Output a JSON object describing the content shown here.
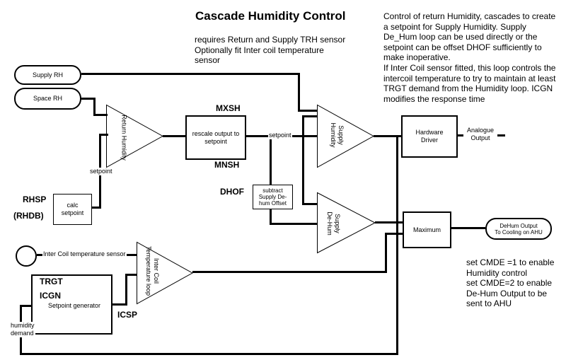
{
  "diagram": {
    "title": "Cascade Humidity Control",
    "subtitle": "requires Return and Supply TRH sensor\nOptionally fit Inter coil temperature\nsensor",
    "description": "Control of return Humidity, cascades to create\na setpoint for Supply Humidity. Supply\nDe_Hum loop can be used directly or the\nsetpoint can be offset DHOF sufficiently to\nmake inoperative.\nIf Inter Coil sensor fitted, this loop controls the\nintercoil temperature to try to maintain at least\nTRGT demand from the Humidity loop. ICGN\nmodifies the response time",
    "cmde_note": "set CMDE =1 to enable\nHumidity control\nset CMDE=2 to enable\nDe-Hum Output to be\nsent to AHU"
  },
  "sensors": {
    "supply_rh": "Supply RH",
    "space_rh": "Space RH",
    "inter_coil": "Inter Coil temperature sensor"
  },
  "loops": {
    "return_humidity": "Return Humidity",
    "supply_humidity": "Supply\nHumidity",
    "supply_dehum": "Supply\nDe-Hum",
    "inter_coil_loop": "Inter Coil\nTemperature loop"
  },
  "blocks": {
    "rescale": "rescale output to\nsetpoint",
    "subtract_offset": "subtract\nSupply De-\nhum Offset",
    "calc_setpoint": "calc\nsetpoint",
    "hardware_driver": "Hardware\nDriver",
    "maximum": "Maximum",
    "setpoint_generator": "Setpoint generator"
  },
  "parameters": {
    "mxsh": "MXSH",
    "mnsh": "MNSH",
    "dhof": "DHOF",
    "rhsp": "RHSP",
    "rhdb": "(RHDB)",
    "trgt": "TRGT",
    "icgn": "ICGN",
    "icsp": "ICSP"
  },
  "wire_labels": {
    "return_setpoint": "setpoint",
    "supply_setpoint": "setpoint",
    "humidity_demand": "humidity\ndemand",
    "analogue_output": "Analogue\nOutput",
    "dehum_output": "DeHum Output\nTo Cooling on AHU"
  },
  "colors": {
    "line": "#000000",
    "background": "#ffffff"
  }
}
